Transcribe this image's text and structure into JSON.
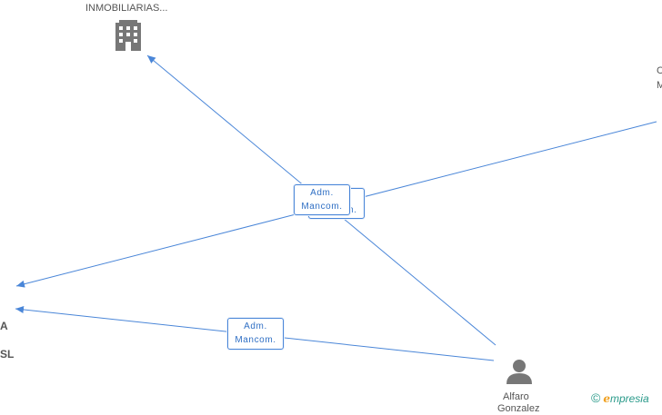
{
  "nodes": {
    "company_top": {
      "label": "INMOBILIARIAS...",
      "icon": "building-icon"
    },
    "person_bottom": {
      "label_line1": "Alfaro",
      "label_line2": "Gonzalez",
      "icon": "person-icon"
    },
    "right_edge_node": {
      "frag1": "C",
      "frag2": "M"
    },
    "left_edge_node": {
      "frag1": "A",
      "frag2": "SL"
    }
  },
  "edge_labels": {
    "center_back": {
      "line1": "Adm.",
      "line2": "Mancom."
    },
    "center_front": {
      "line1": "Adm.",
      "line2": "Mancom."
    },
    "bottom_left": {
      "line1": "Adm.",
      "line2": "Mancom."
    }
  },
  "colors": {
    "edge": "#4a86d8",
    "icon": "#777777",
    "label_text": "#2f6fc4"
  },
  "brand": {
    "copyright": "©",
    "e": "e",
    "rest": "mpresia"
  }
}
